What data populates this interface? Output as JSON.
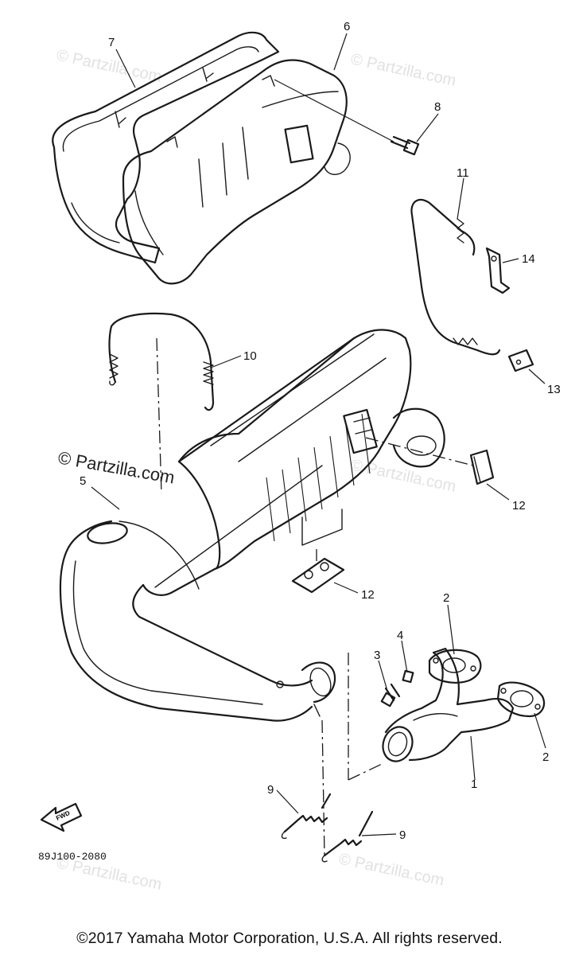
{
  "diagram": {
    "callouts": [
      {
        "id": "7",
        "label": "7"
      },
      {
        "id": "6",
        "label": "6"
      },
      {
        "id": "8",
        "label": "8"
      },
      {
        "id": "11",
        "label": "11"
      },
      {
        "id": "14",
        "label": "14"
      },
      {
        "id": "10",
        "label": "10"
      },
      {
        "id": "13",
        "label": "13"
      },
      {
        "id": "5",
        "label": "5"
      },
      {
        "id": "12a",
        "label": "12"
      },
      {
        "id": "12b",
        "label": "12"
      },
      {
        "id": "2a",
        "label": "2"
      },
      {
        "id": "4",
        "label": "4"
      },
      {
        "id": "3",
        "label": "3"
      },
      {
        "id": "2b",
        "label": "2"
      },
      {
        "id": "1",
        "label": "1"
      },
      {
        "id": "9a",
        "label": "9"
      },
      {
        "id": "9b",
        "label": "9"
      }
    ],
    "drawing_number": "89J100-2080",
    "fwd_label": "FWD",
    "watermark_main": "© Partzilla.com",
    "watermark_faint": "© Partzilla.com"
  },
  "footer": {
    "copyright": "©2017 Yamaha Motor Corporation, U.S.A. All rights reserved."
  }
}
